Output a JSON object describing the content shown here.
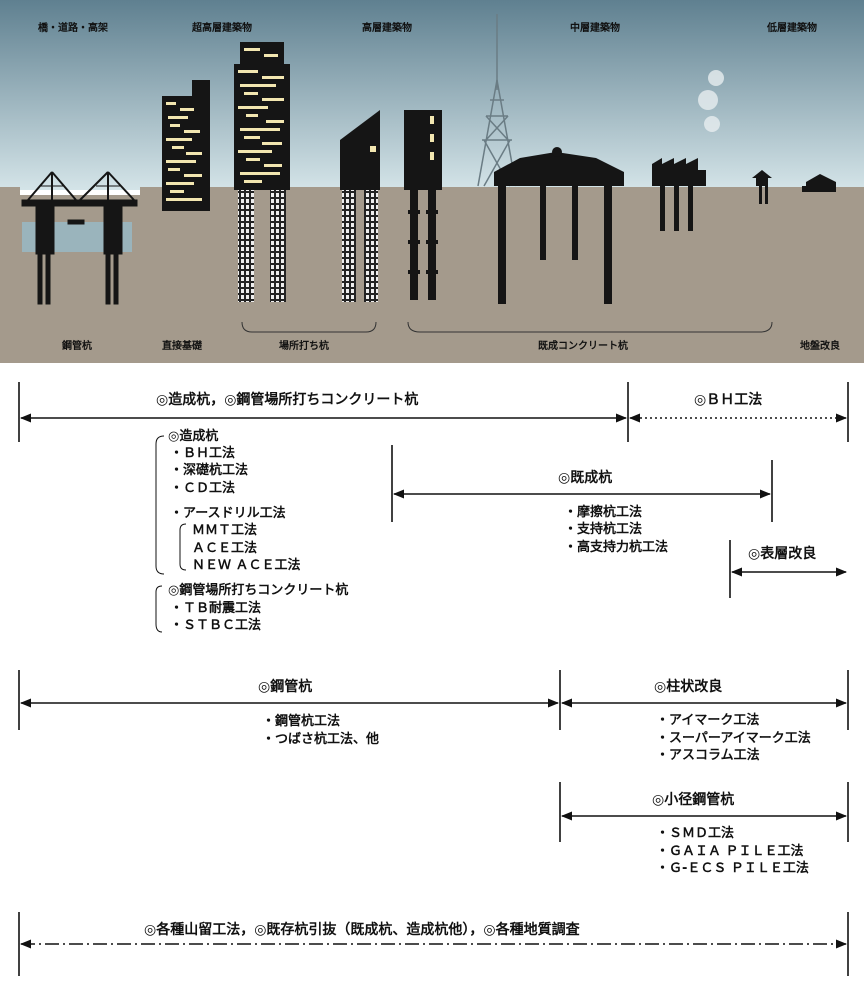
{
  "scene": {
    "top_labels": {
      "bridge": "橋・道路・高架",
      "super_high": "超高層建築物",
      "high": "高層建築物",
      "mid": "中層建築物",
      "low": "低層建築物"
    },
    "bottom_labels": {
      "steel_pipe": "鋼管杭",
      "direct": "直接基礎",
      "cast_in_place": "場所打ち杭",
      "precast": "既成コンクリート杭",
      "ground": "地盤改良"
    }
  },
  "row1": {
    "main_label": "◎造成杭，◎鋼管場所打ちコンクリート杭",
    "bh_label": "◎ＢＨ工法"
  },
  "group_zousei": {
    "title": "◎造成杭",
    "items": [
      "・ＢＨ工法",
      "・深礎杭工法",
      "・ＣＤ工法",
      "・アースドリル工法"
    ],
    "sub_items": [
      "ＭＭＴ工法",
      "ＡＣＥ工法",
      "ＮＥＷ ＡＣＥ工法"
    ]
  },
  "group_kisei": {
    "title": "◎既成杭",
    "items": [
      "・摩擦杭工法",
      "・支持杭工法",
      "・高支持力杭工法"
    ]
  },
  "group_hyoso": {
    "title": "◎表層改良"
  },
  "group_kokan_basho": {
    "title": "◎鋼管場所打ちコンクリート杭",
    "items": [
      "・ＴＢ耐震工法",
      "・ＳＴＢＣ工法"
    ]
  },
  "group_kokan": {
    "title": "◎鋼管杭",
    "items": [
      "・鋼管杭工法",
      "・つばさ杭工法、他"
    ]
  },
  "group_chujo": {
    "title": "◎柱状改良",
    "items": [
      "・アイマーク工法",
      "・スーパーアイマーク工法",
      "・アスコラム工法"
    ]
  },
  "group_shokei": {
    "title": "◎小径鋼管杭",
    "items": [
      "・ＳＭＤ工法",
      "・ＧＡＩＡ ＰＩＬＥ工法",
      "・Ｇ-ＥＣＳ ＰＩＬＥ工法"
    ]
  },
  "row_bottom": {
    "label": "◎各種山留工法，◎既存杭引抜（既成杭、造成杭他），◎各種地質調査"
  },
  "colors": {
    "sky_top": "#5f8090",
    "sky_bottom": "#d4e4e8",
    "ground": "#a49a8c",
    "building": "#151515",
    "window": "#f2e6b0",
    "water": "#9ab4bc"
  }
}
